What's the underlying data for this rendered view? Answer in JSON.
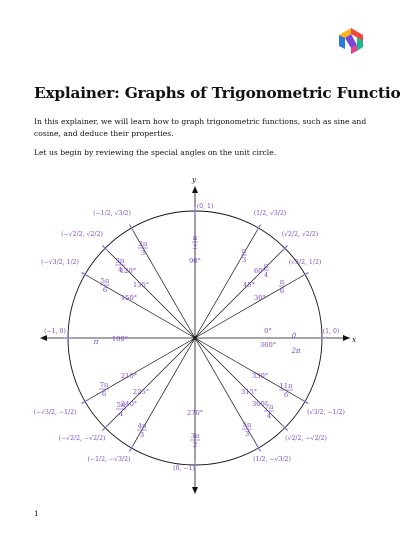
{
  "header": {
    "title": "Explainer: Graphs of Trigonometric Functions",
    "logo_icon": "nagwa-logo-icon"
  },
  "body": {
    "intro": "In this explainer, we will learn how to graph trigonometric functions, such as sine and cosine, and deduce their properties.",
    "lead": "Let us begin by reviewing the special angles on the unit circle."
  },
  "figure": {
    "axis_x": "x",
    "axis_y": "y",
    "colors": {
      "accent": "#7a46d6",
      "tick": "#8a7ad8",
      "line": "#111111"
    },
    "points": [
      {
        "id": "p0",
        "deg": "0°",
        "rad": "0"
      },
      {
        "id": "p30",
        "deg": "30°",
        "rad": "π/6",
        "coord": "(√3/2, 1/2)"
      },
      {
        "id": "p45",
        "deg": "45°",
        "rad": "π/4",
        "coord": "(√2/2, √2/2)"
      },
      {
        "id": "p60",
        "deg": "60°",
        "rad": "π/3",
        "coord": "(1/2, √3/2)"
      },
      {
        "id": "p90",
        "deg": "90°",
        "rad": "π/2",
        "coord": "(0, 1)"
      },
      {
        "id": "p120",
        "deg": "120°",
        "rad": "2π/3",
        "coord": "(−1/2, √3/2)"
      },
      {
        "id": "p135",
        "deg": "135°",
        "rad": "3π/4",
        "coord": "(−√2/2, √2/2)"
      },
      {
        "id": "p150",
        "deg": "150°",
        "rad": "5π/6",
        "coord": "(−√3/2, 1/2)"
      },
      {
        "id": "p180",
        "deg": "180°",
        "rad": "π",
        "coord": "(−1, 0)"
      },
      {
        "id": "p210",
        "deg": "210°",
        "rad": "7π/6",
        "coord": "(−√3/2, −1/2)"
      },
      {
        "id": "p225",
        "deg": "225°",
        "rad": "5π/4",
        "coord": "(−√2/2, −√2/2)"
      },
      {
        "id": "p240",
        "deg": "240°",
        "rad": "4π/3",
        "coord": "(−1/2, −√3/2)"
      },
      {
        "id": "p270",
        "deg": "270°",
        "rad": "3π/2",
        "coord": "(0, −1)"
      },
      {
        "id": "p300",
        "deg": "300°",
        "rad": "5π/3",
        "coord": "(1/2, −√3/2)"
      },
      {
        "id": "p315",
        "deg": "315°",
        "rad": "7π/4",
        "coord": "(√2/2, −√2/2)"
      },
      {
        "id": "p330",
        "deg": "330°",
        "rad": "11π/6",
        "coord": "(√3/2, −1/2)"
      },
      {
        "id": "p360",
        "deg": "360°",
        "rad": "2π",
        "coord": "(1, 0)"
      }
    ]
  },
  "footer": {
    "page_number": "1"
  }
}
